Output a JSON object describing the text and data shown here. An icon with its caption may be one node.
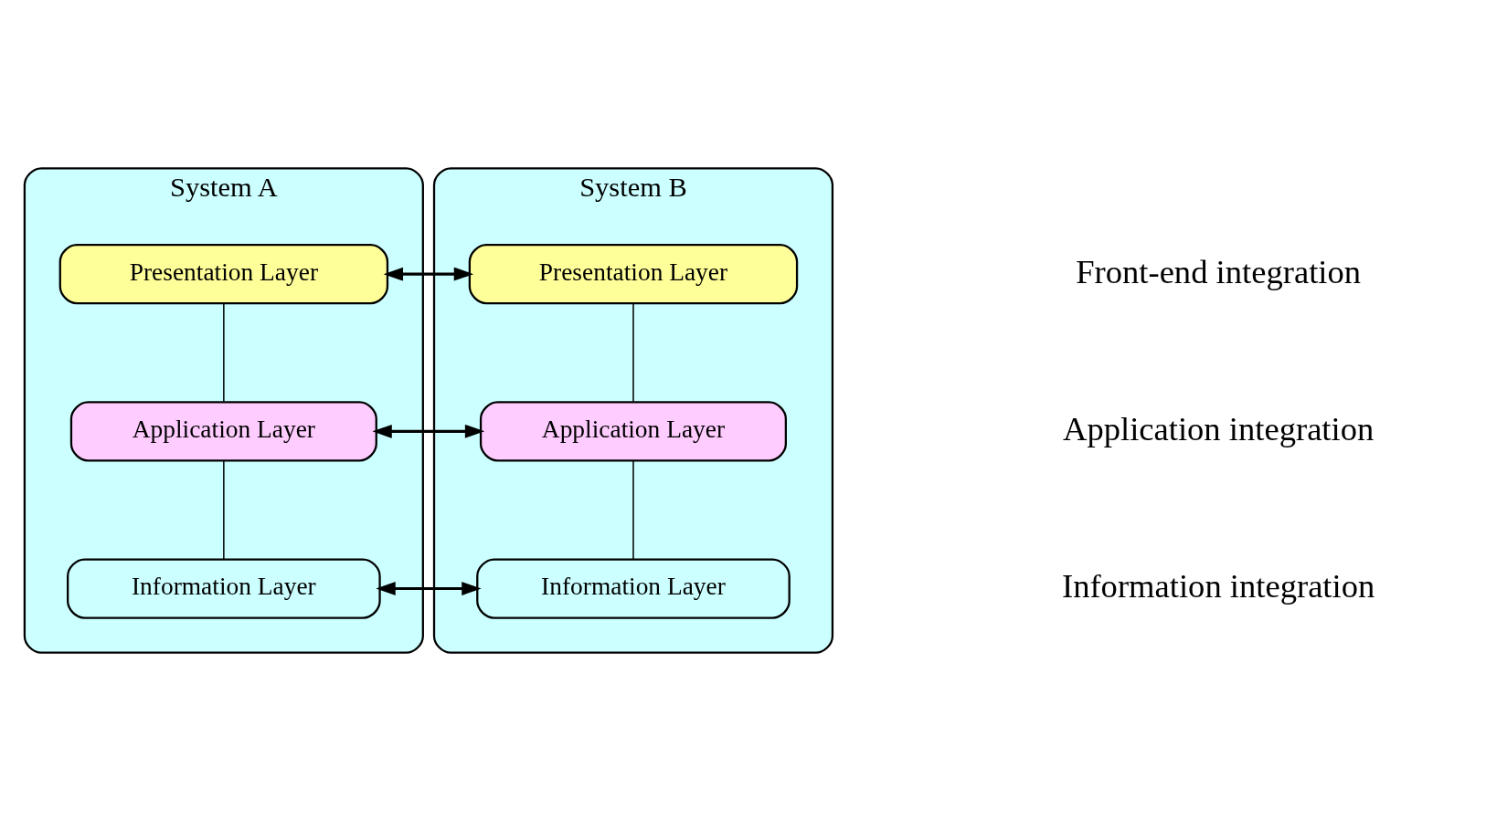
{
  "diagram": {
    "nodes": [
      {
        "text": [
          "System A"
        ]
      },
      {
        "text": [
          "Presentation Layer"
        ],
        "in": 0
      },
      {
        "text": [
          "Application Layer"
        ],
        "in": 0
      },
      {
        "text": [
          "Information Layer"
        ],
        "in": 0
      },
      {
        "text": [
          "System B"
        ]
      },
      {
        "text": [
          "Presentation Layer"
        ],
        "in": 4
      },
      {
        "text": [
          "Application Layer"
        ],
        "in": 4
      },
      {
        "text": [
          "Information Layer"
        ],
        "in": 4
      }
    ],
    "edges": [
      {
        "from": 1,
        "to": 2,
        "arrow": "none"
      },
      {
        "from": 2,
        "to": 3,
        "arrow": "none"
      },
      {
        "from": 5,
        "to": 6,
        "arrow": "none"
      },
      {
        "from": 6,
        "to": 7,
        "arrow": "none"
      },
      {
        "from": 1,
        "to": 5,
        "arrow": "both"
      },
      {
        "from": 2,
        "to": 6,
        "arrow": "both"
      },
      {
        "from": 3,
        "to": 7,
        "arrow": "both"
      }
    ],
    "labels": [
      "Front-end integration",
      "Application integration",
      "Information integration"
    ]
  }
}
